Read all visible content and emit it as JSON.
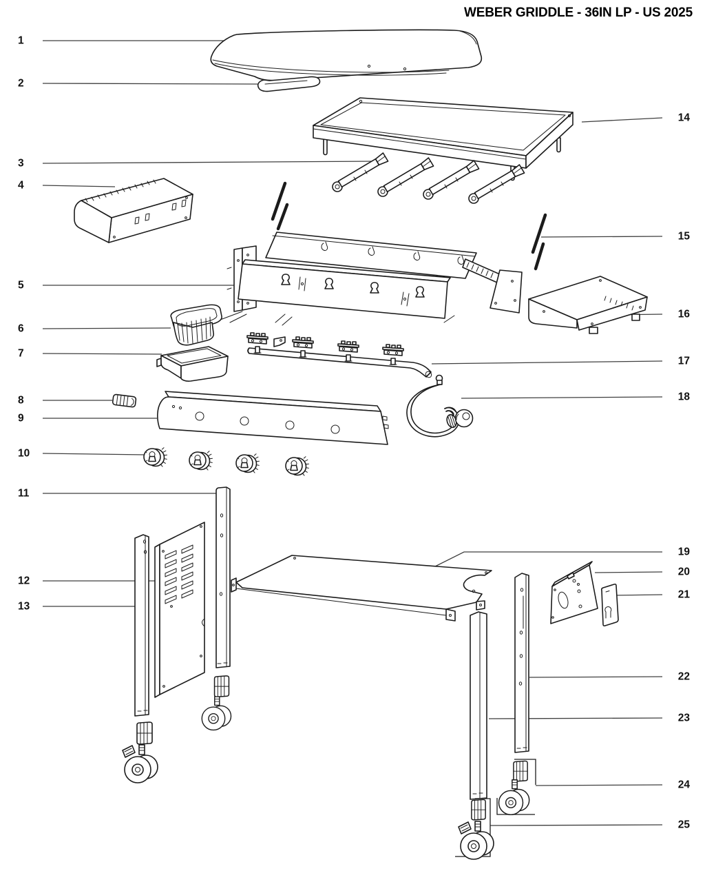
{
  "title": "WEBER GRIDDLE - 36IN LP - US 2025",
  "colors": {
    "ink": "#1b1b1b",
    "leader": "#3f3f3f",
    "paper": "#ffffff"
  },
  "callouts": [
    {
      "number": "1"
    },
    {
      "number": "2"
    },
    {
      "number": "3"
    },
    {
      "number": "4"
    },
    {
      "number": "5"
    },
    {
      "number": "6"
    },
    {
      "number": "7"
    },
    {
      "number": "8"
    },
    {
      "number": "9"
    },
    {
      "number": "10"
    },
    {
      "number": "11"
    },
    {
      "number": "12"
    },
    {
      "number": "13"
    },
    {
      "number": "14"
    },
    {
      "number": "15"
    },
    {
      "number": "16"
    },
    {
      "number": "17"
    },
    {
      "number": "18"
    },
    {
      "number": "19"
    },
    {
      "number": "20"
    },
    {
      "number": "21"
    },
    {
      "number": "22"
    },
    {
      "number": "23"
    },
    {
      "number": "24"
    },
    {
      "number": "25"
    }
  ]
}
